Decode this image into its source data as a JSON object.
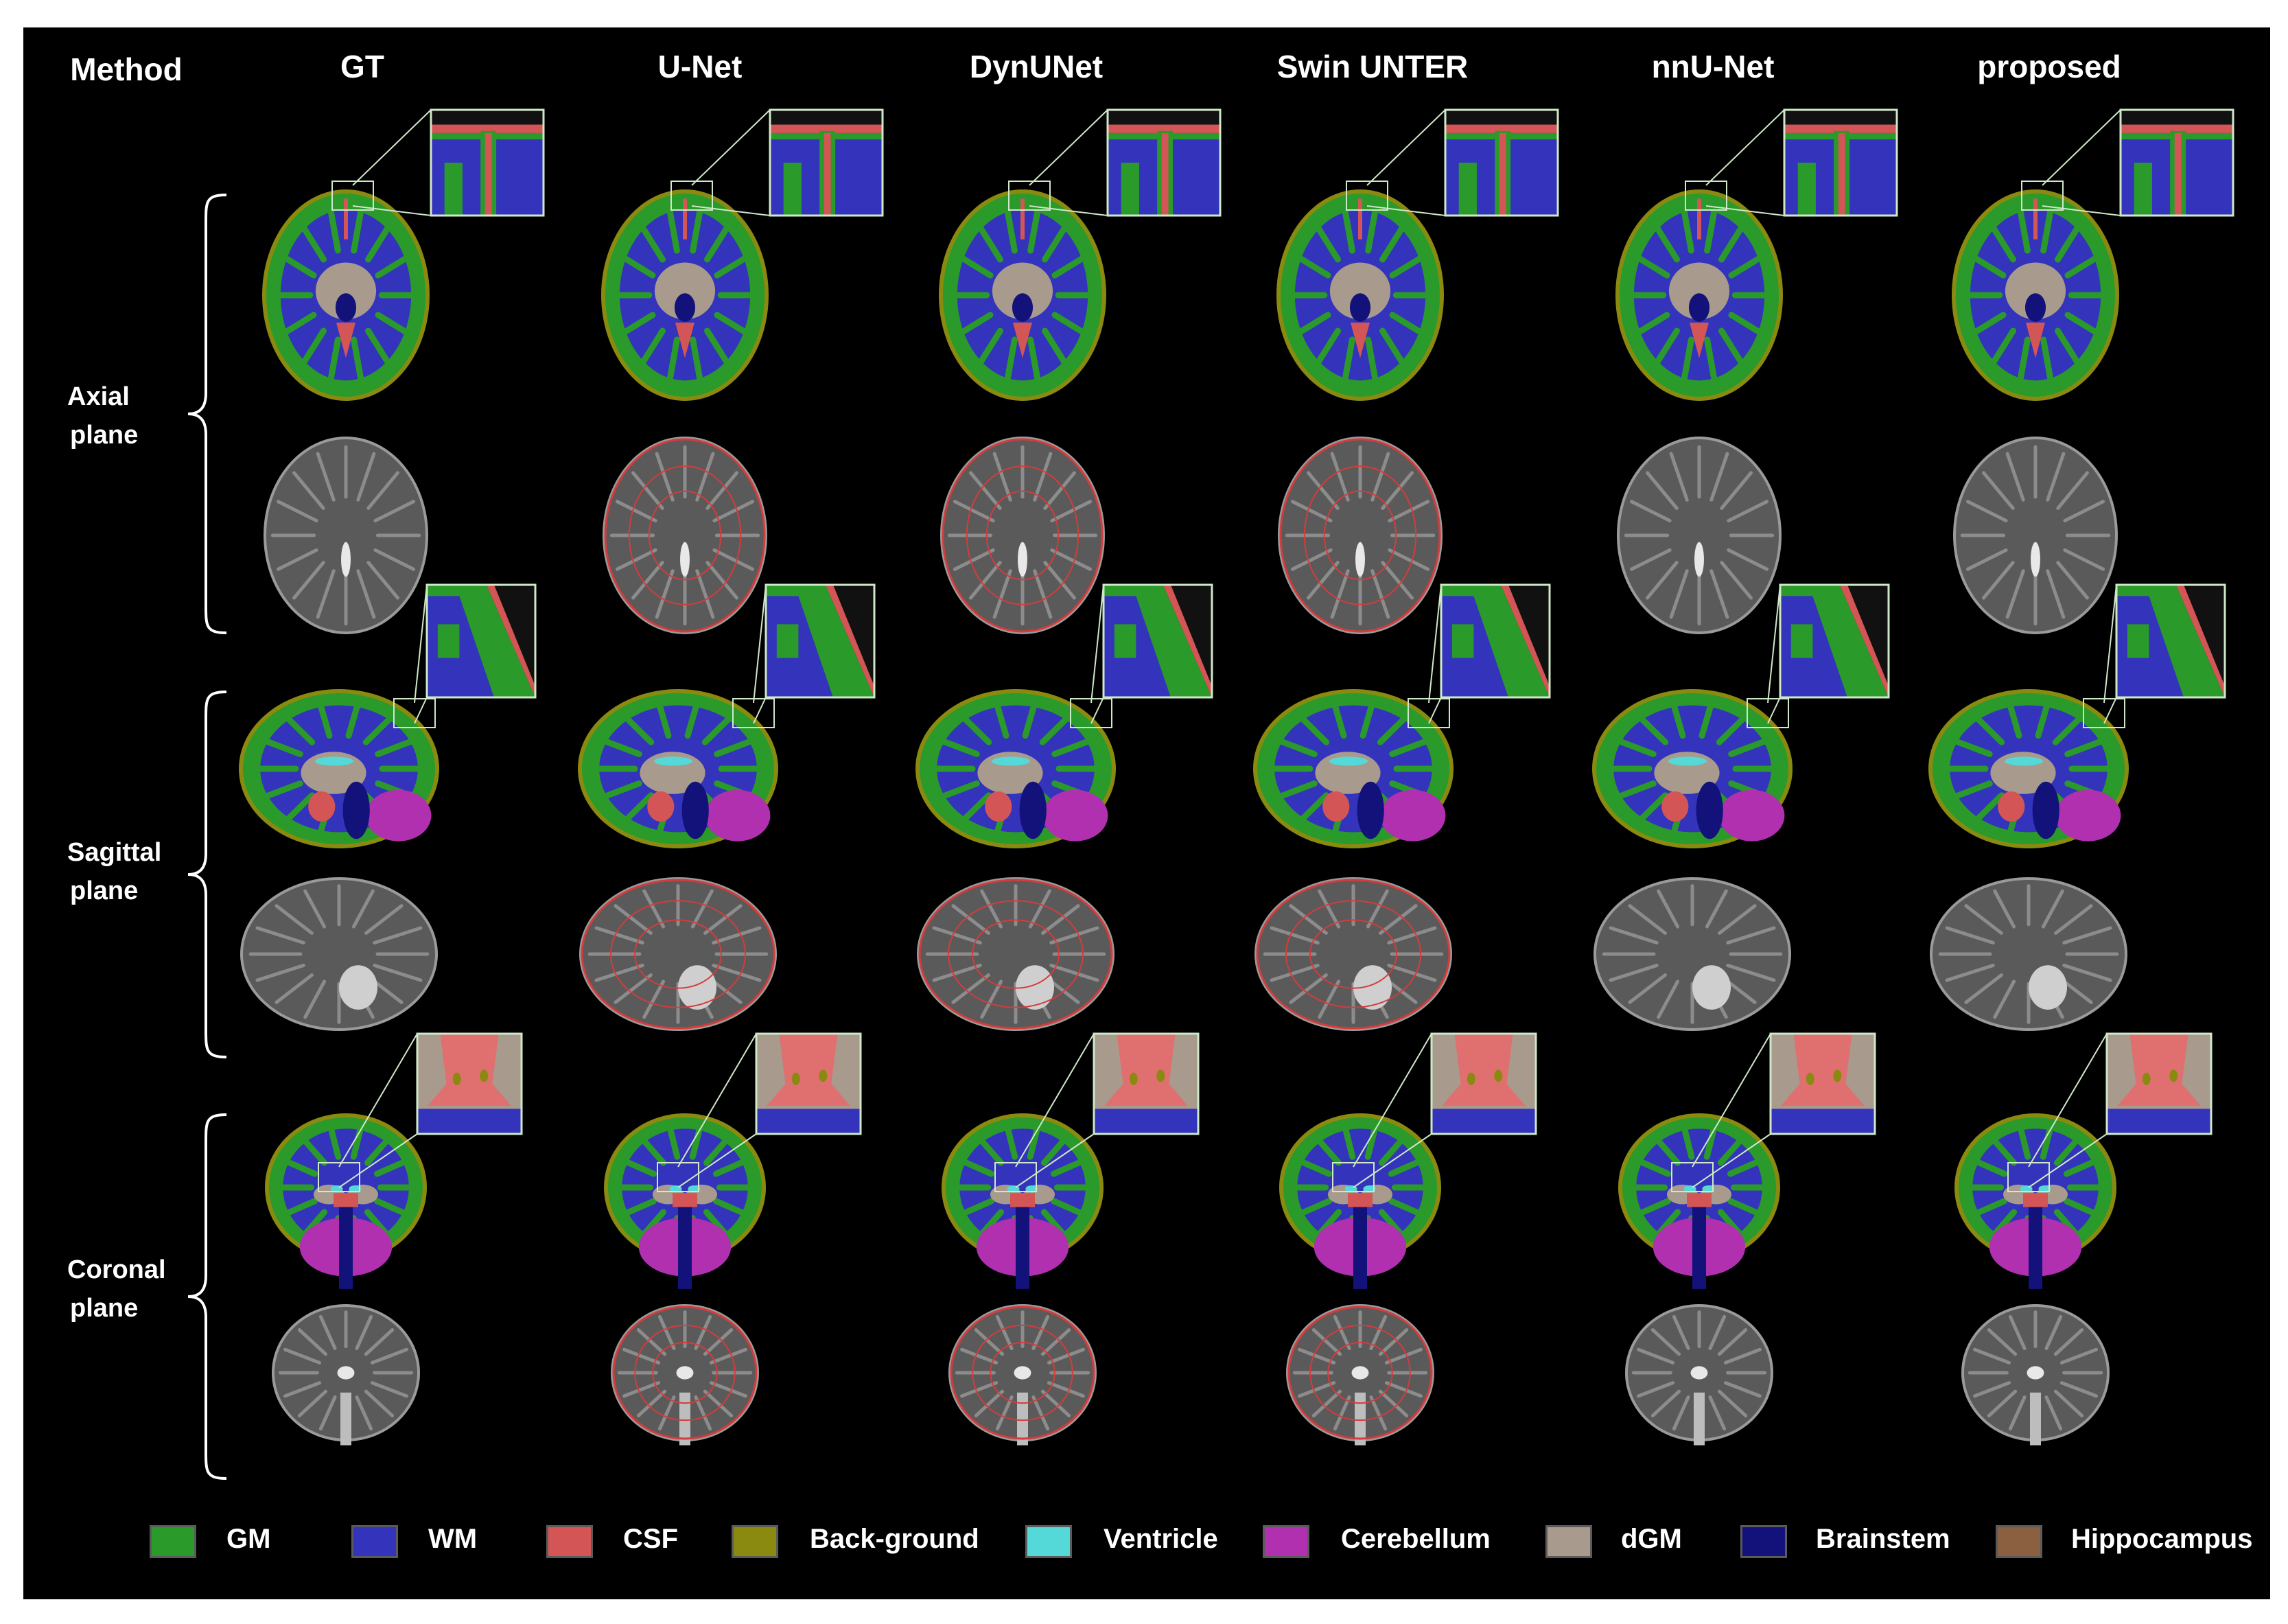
{
  "header": {
    "method_label": "Method",
    "columns": [
      "GT",
      "U-Net",
      "DynUNet",
      "Swin UNTER",
      "nnU-Net",
      "proposed"
    ]
  },
  "planes": [
    {
      "line1": "Axial",
      "line2": "plane"
    },
    {
      "line1": "Sagittal",
      "line2": "plane"
    },
    {
      "line1": "Coronal",
      "line2": "plane"
    }
  ],
  "legend": [
    {
      "label": "GM",
      "color": "#2a9a2a"
    },
    {
      "label": "WM",
      "color": "#3333bb"
    },
    {
      "label": "CSF",
      "color": "#d45555"
    },
    {
      "label": "Back-ground",
      "color": "#8a8a10"
    },
    {
      "label": "Ventricle",
      "color": "#55d8d8"
    },
    {
      "label": "Cerebellum",
      "color": "#b030b0"
    },
    {
      "label": "dGM",
      "color": "#a89a8c"
    },
    {
      "label": "Brainstem",
      "color": "#12127a"
    },
    {
      "label": "Hippocampus",
      "color": "#8a6040"
    }
  ]
}
